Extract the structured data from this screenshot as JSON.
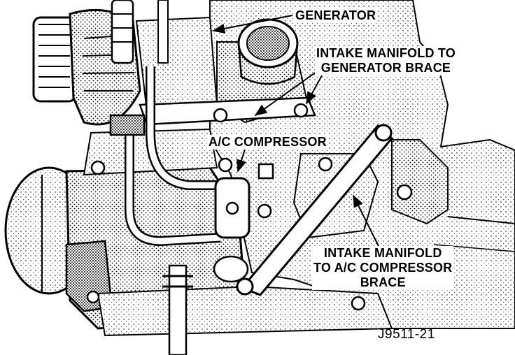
{
  "labels": {
    "generator": "GENERATOR",
    "intake_generator_brace": [
      "INTAKE MANIFOLD TO",
      "GENERATOR BRACE"
    ],
    "ac_compressor": "A/C COMPRESSOR",
    "intake_ac_brace": [
      "INTAKE MANIFOLD",
      "TO A/C COMPRESSOR",
      "BRACE"
    ]
  },
  "figure_id": "J9511-21",
  "colors": {
    "ink": "#000000",
    "paper": "#ffffff",
    "shade": "#9a9a9a"
  }
}
